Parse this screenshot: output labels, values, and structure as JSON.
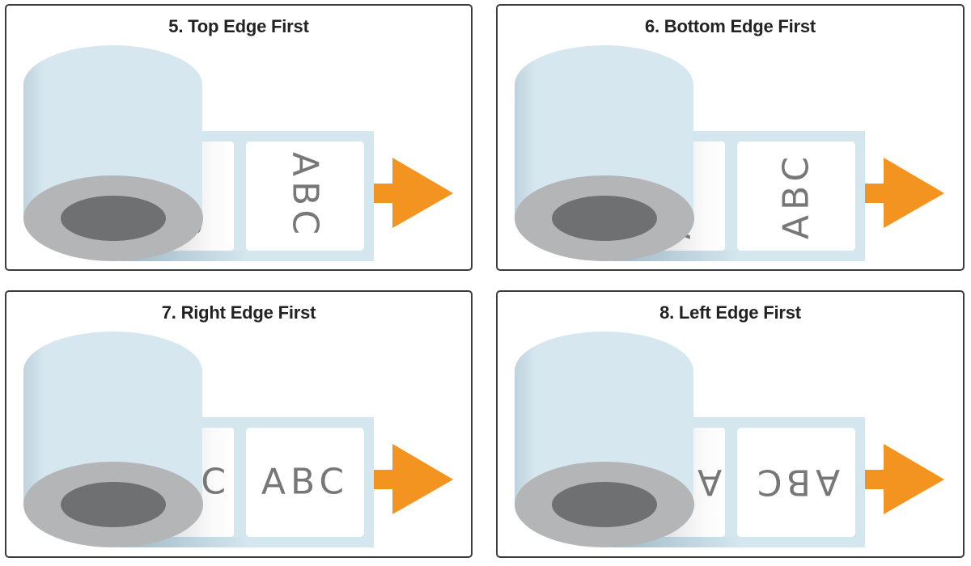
{
  "colors": {
    "liner": "#d4e6ee",
    "roll_body": "#d6e7ef",
    "roll_body_shadow": "#bfd3de",
    "core_ring": "#b4b5b7",
    "core_hole": "#6f7072",
    "label_face": "#ffffff",
    "label_text": "#777777",
    "arrow": "#f39320",
    "panel_border": "#3c3c3c",
    "title_text": "#222222"
  },
  "panels": [
    {
      "id": "p5",
      "title": "5. Top Edge First",
      "label_text": "ABC",
      "orientation": "rotated-90-clockwise"
    },
    {
      "id": "p6",
      "title": "6. Bottom Edge First",
      "label_text": "ABC",
      "orientation": "rotated-90-counterclockwise"
    },
    {
      "id": "p7",
      "title": "7. Right Edge First",
      "label_text": "ABC",
      "orientation": "upright"
    },
    {
      "id": "p8",
      "title": "8. Left Edge First",
      "label_text": "ABC",
      "orientation": "rotated-180"
    }
  ],
  "icons": {
    "direction_arrow": "arrow-right-icon",
    "label_roll": "label-roll-icon"
  }
}
